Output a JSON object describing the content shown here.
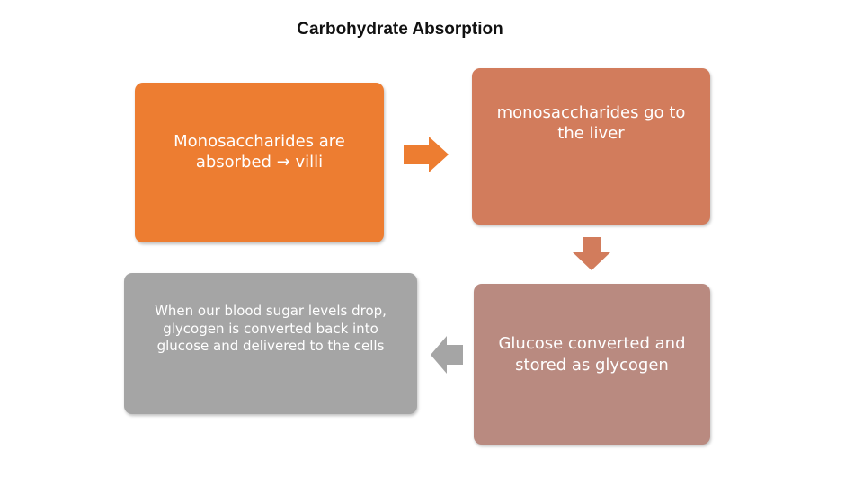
{
  "title": "Carbohydrate Absorption",
  "boxes": {
    "absorbed": {
      "text": "Monosaccharides are\nabsorbed → villi",
      "color": "#ed7d31"
    },
    "liver": {
      "text": "monosaccharides go to\nthe liver",
      "color": "#d27c5c"
    },
    "glycogen": {
      "text": "Glucose  converted and\nstored as glycogen",
      "color": "#b98a80"
    },
    "blood_sugar": {
      "text": "When our blood sugar levels drop,\nglycogen is converted back into\nglucose and delivered to the cells",
      "color": "#a5a5a5"
    }
  },
  "arrows": {
    "right": {
      "direction": "right",
      "color": "#ed7d31"
    },
    "down": {
      "direction": "down",
      "color": "#d27c5c"
    },
    "left": {
      "direction": "left",
      "color": "#a5a5a5"
    }
  }
}
